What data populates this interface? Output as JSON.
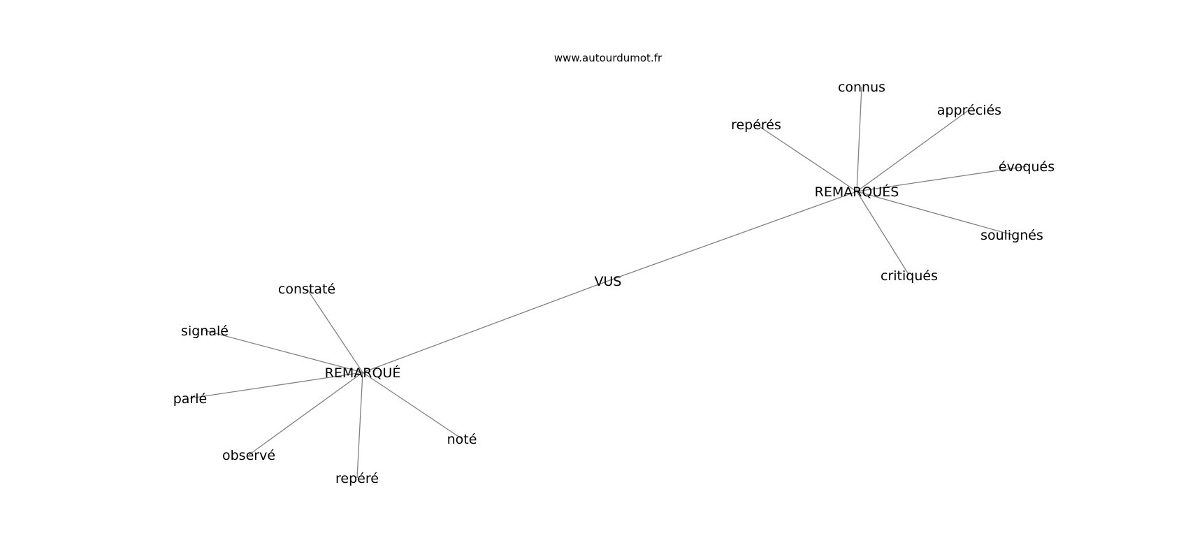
{
  "site": "www.autourdumot.fr",
  "graph": {
    "nodes": [
      {
        "id": "VUS",
        "label": "VUS"
      },
      {
        "id": "REMARQUES",
        "label": "REMARQUÉS"
      },
      {
        "id": "REMARQUE",
        "label": "REMARQUÉ"
      },
      {
        "id": "connus",
        "label": "connus"
      },
      {
        "id": "apprecies",
        "label": "appréciés"
      },
      {
        "id": "reperes",
        "label": "repérés"
      },
      {
        "id": "evoques",
        "label": "évoqués"
      },
      {
        "id": "soulignes",
        "label": "soulignés"
      },
      {
        "id": "critiques",
        "label": "critiqués"
      },
      {
        "id": "constate",
        "label": "constaté"
      },
      {
        "id": "signale",
        "label": "signalé"
      },
      {
        "id": "parle",
        "label": "parlé"
      },
      {
        "id": "observe",
        "label": "observé"
      },
      {
        "id": "repere",
        "label": "repéré"
      },
      {
        "id": "note",
        "label": "noté"
      }
    ],
    "edges": [
      [
        "VUS",
        "REMARQUES"
      ],
      [
        "VUS",
        "REMARQUE"
      ],
      [
        "REMARQUES",
        "connus"
      ],
      [
        "REMARQUES",
        "apprecies"
      ],
      [
        "REMARQUES",
        "reperes"
      ],
      [
        "REMARQUES",
        "evoques"
      ],
      [
        "REMARQUES",
        "soulignes"
      ],
      [
        "REMARQUES",
        "critiques"
      ],
      [
        "REMARQUE",
        "constate"
      ],
      [
        "REMARQUE",
        "signale"
      ],
      [
        "REMARQUE",
        "parle"
      ],
      [
        "REMARQUE",
        "observe"
      ],
      [
        "REMARQUE",
        "repere"
      ],
      [
        "REMARQUE",
        "note"
      ]
    ]
  }
}
